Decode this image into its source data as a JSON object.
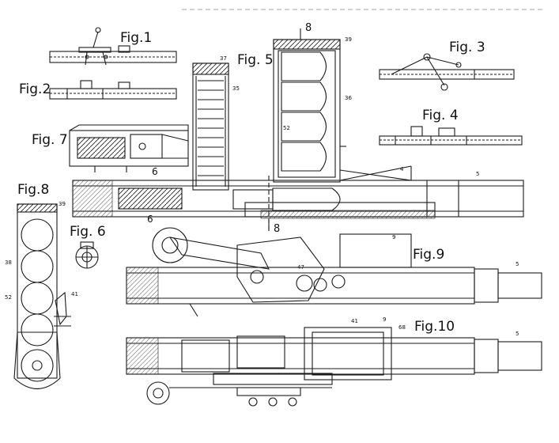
{
  "figures": {
    "fig1": "Fig.1",
    "fig2": "Fig.2",
    "fig3": "Fig. 3",
    "fig4": "Fig. 4",
    "fig5": "Fig. 5",
    "fig6": "Fig. 6",
    "fig7": "Fig. 7",
    "fig8": "Fig.8",
    "fig9": "Fig.9",
    "fig10": "Fig.10"
  },
  "section_marks": {
    "top": "8",
    "bottom": "8",
    "left": "6",
    "left_lower": "6"
  },
  "ref_numerals": {
    "magazine_large": "36",
    "magazine_large_cap": "39",
    "magazine_large_body": "52",
    "magazine_small": "37",
    "magazine_small_side": "35",
    "barrel": "5",
    "barrel_b": "4",
    "fig8_top": "39",
    "fig8_side": "38",
    "fig8_body": "52",
    "fig8_lever": "41",
    "fig9_block": "9",
    "fig9_lever": "47",
    "fig10_block": "9",
    "fig10_side": "68",
    "fig10_lever": "41",
    "fig10_barrel": "5",
    "fig9_barrel": "5"
  },
  "colors": {
    "ink": "#1a1a1a",
    "paper": "#ffffff"
  }
}
